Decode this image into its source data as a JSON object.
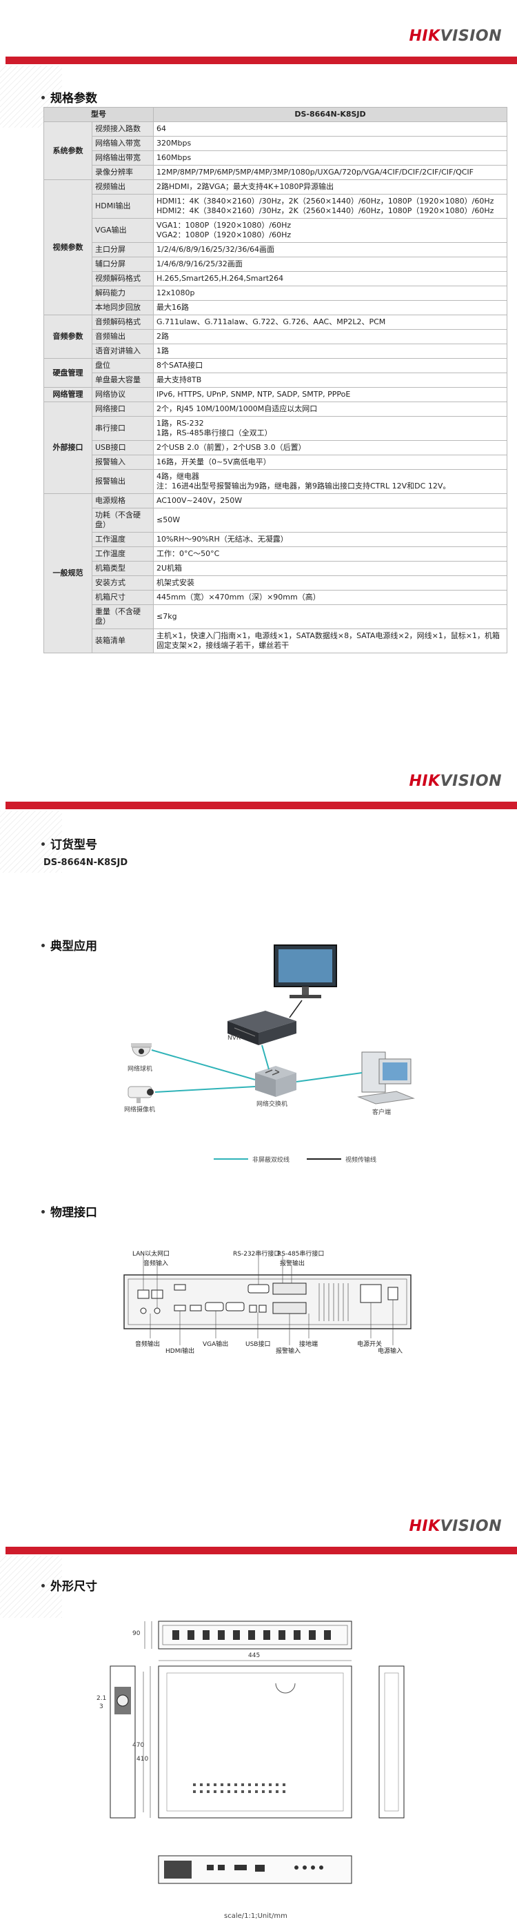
{
  "brand": {
    "hik": "HIK",
    "vision": "VISION"
  },
  "sections": {
    "specs": "规格参数",
    "order": "订货型号",
    "application": "典型应用",
    "interfaces": "物理接口",
    "dimensions": "外形尺寸"
  },
  "spec_table": {
    "header_label": "型号",
    "header_model": "DS-8664N-K8SJD",
    "groups": [
      {
        "category": "系统参数",
        "rows": [
          {
            "label": "视频接入路数",
            "value": "64"
          },
          {
            "label": "网络输入带宽",
            "value": "320Mbps"
          },
          {
            "label": "网络输出带宽",
            "value": "160Mbps"
          },
          {
            "label": "录像分辨率",
            "value": "12MP/8MP/7MP/6MP/5MP/4MP/3MP/1080p/UXGA/720p/VGA/4CIF/DCIF/2CIF/CIF/QCIF"
          }
        ]
      },
      {
        "category": "视频参数",
        "rows": [
          {
            "label": "视频输出",
            "value": "2路HDMI，2路VGA；最大支持4K+1080P异源输出"
          },
          {
            "label": "HDMI输出",
            "value": "HDMI1：4K（3840×2160）/30Hz，2K（2560×1440）/60Hz，1080P（1920×1080）/60Hz\nHDMI2：4K（3840×2160）/30Hz，2K（2560×1440）/60Hz，1080P（1920×1080）/60Hz"
          },
          {
            "label": "VGA输出",
            "value": "VGA1：1080P（1920×1080）/60Hz\nVGA2：1080P（1920×1080）/60Hz"
          },
          {
            "label": "主口分屏",
            "value": "1/2/4/6/8/9/16/25/32/36/64画面"
          },
          {
            "label": "辅口分屏",
            "value": "1/4/6/8/9/16/25/32画面"
          },
          {
            "label": "视频解码格式",
            "value": "H.265,Smart265,H.264,Smart264"
          },
          {
            "label": "解码能力",
            "value": "12x1080p"
          },
          {
            "label": "本地同步回放",
            "value": "最大16路"
          }
        ]
      },
      {
        "category": "音频参数",
        "rows": [
          {
            "label": "音频解码格式",
            "value": "G.711ulaw、G.711alaw、G.722、G.726、AAC、MP2L2、PCM"
          },
          {
            "label": "音频输出",
            "value": "2路"
          },
          {
            "label": "语音对讲输入",
            "value": "1路"
          }
        ]
      },
      {
        "category": "硬盘管理",
        "rows": [
          {
            "label": "盘位",
            "value": "8个SATA接口"
          },
          {
            "label": "单盘最大容量",
            "value": "最大支持8TB"
          }
        ]
      },
      {
        "category": "网络管理",
        "rows": [
          {
            "label": "网络协议",
            "value": "IPv6, HTTPS, UPnP, SNMP, NTP, SADP, SMTP,   PPPoE"
          }
        ]
      },
      {
        "category": "外部接口",
        "rows": [
          {
            "label": "网络接口",
            "value": "2个，RJ45 10M/100M/1000M自适应以太网口"
          },
          {
            "label": "串行接口",
            "value": "1路，RS-232\n1路，RS-485串行接口（全双工）"
          },
          {
            "label": "USB接口",
            "value": "2个USB 2.0（前置），2个USB 3.0（后置）"
          },
          {
            "label": "报警输入",
            "value": "16路，开关量（0~5V高低电平）"
          },
          {
            "label": "报警输出",
            "value": "4路，继电器\n注：16进4出型号报警输出为9路，继电器，第9路输出接口支持CTRL 12V和DC 12V。"
          }
        ]
      },
      {
        "category": "一般规范",
        "rows": [
          {
            "label": "电源规格",
            "value": "AC100V~240V，250W"
          },
          {
            "label": "功耗（不含硬盘）",
            "value": "≤50W"
          },
          {
            "label": "工作温度",
            "value": "10%RH～90%RH（无结冰、无凝露）"
          },
          {
            "label": "工作温度",
            "value": "工作：0°C～50°C"
          },
          {
            "label": "机箱类型",
            "value": "2U机箱"
          },
          {
            "label": "安装方式",
            "value": "机架式安装"
          },
          {
            "label": "机箱尺寸",
            "value": "445mm（宽）×470mm（深）×90mm（高）"
          },
          {
            "label": "重量（不含硬盘）",
            "value": "≤7kg"
          },
          {
            "label": "装箱清单",
            "value": "主机×1，快速入门指南×1，电源线×1，SATA数据线×8，SATA电源线×2，网线×1，鼠标×1，机箱固定支架×2，接线端子若干，螺丝若干"
          }
        ]
      }
    ]
  },
  "order_model": "DS-8664N-K8SJD",
  "application": {
    "nvr": "NVR",
    "switch": "网络交换机",
    "client": "客户端",
    "camera1": "网络球机",
    "camera2": "网络摄像机",
    "legend_cable": "非屏蔽双绞线",
    "legend_video": "视频传输线",
    "color_cable": "#2fb3b8",
    "color_video": "#222222"
  },
  "interfaces": {
    "lan": "LAN以太网口",
    "audio_in": "音频输入",
    "rs232": "RS-232串行接口",
    "rs485": "RS-485串行接口",
    "alarm_out_top": "报警输出",
    "audio_out": "音频输出",
    "hdmi": "HDMI输出",
    "vga": "VGA输出",
    "usb": "USB接口",
    "alarm_in": "报警输入",
    "ground": "接地端",
    "power_switch": "电源开关",
    "power_in": "电源输入"
  },
  "dimensions": {
    "d90": "90",
    "d445": "445",
    "d470": "470",
    "d_h": "410",
    "d2": "2.1",
    "d3": "3",
    "scale": "scale/1:1;Unit/mm"
  }
}
